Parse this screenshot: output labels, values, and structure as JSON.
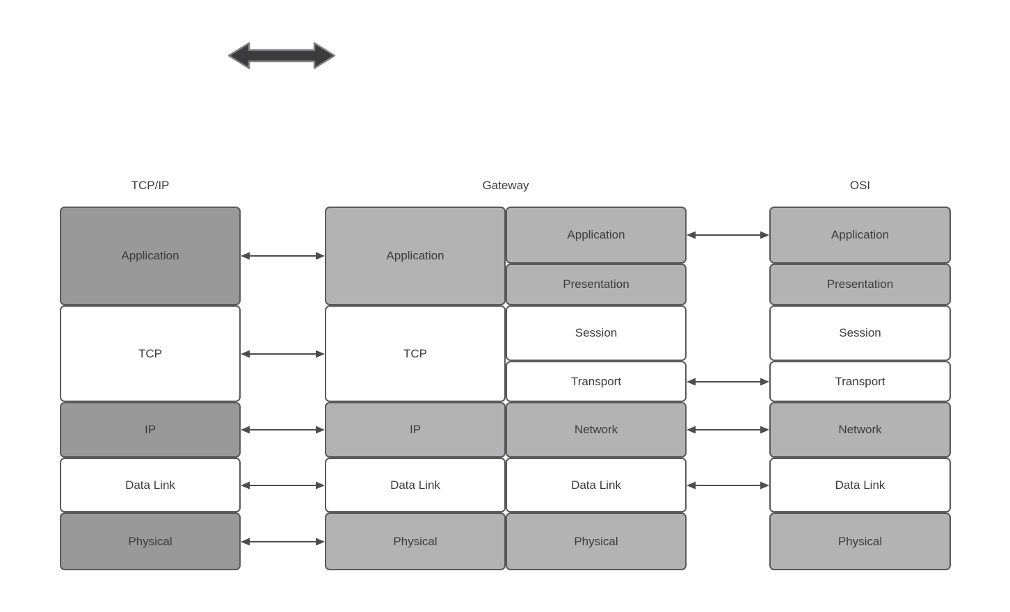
{
  "diagram": {
    "columns": {
      "tcpip": {
        "title": "TCP/IP",
        "layers": [
          "Application",
          "TCP",
          "IP",
          "Data Link",
          "Physical"
        ]
      },
      "gateway": {
        "title": "Gateway",
        "left_layers": [
          "Application",
          "TCP",
          "IP",
          "Data Link",
          "Physical"
        ],
        "right_layers": [
          "Application",
          "Presentation",
          "Session",
          "Transport",
          "Network",
          "Data Link",
          "Physical"
        ]
      },
      "osi": {
        "title": "OSI",
        "layers": [
          "Application",
          "Presentation",
          "Session",
          "Transport",
          "Network",
          "Data Link",
          "Physical"
        ]
      }
    },
    "connections": {
      "tcpip_to_gateway": [
        "Application",
        "TCP",
        "IP",
        "Data Link",
        "Physical"
      ],
      "gateway_to_osi": [
        "Application",
        "Transport",
        "Network",
        "Data Link"
      ]
    },
    "icons": {
      "top_arrow": "two-way-thick-arrow",
      "connector": "double-headed-arrow"
    },
    "colors": {
      "tcpip_layer_fill": "#999999",
      "gateway_osi_layer_fill": "#b3b3b3",
      "alternate_layer_fill": "#ffffff",
      "box_border": "#58595b",
      "connector_arrow": "#4d4d4f",
      "thick_arrow_fill": "#3b3b3d",
      "text": "#3b3b3b",
      "background": "#ffffff"
    }
  }
}
